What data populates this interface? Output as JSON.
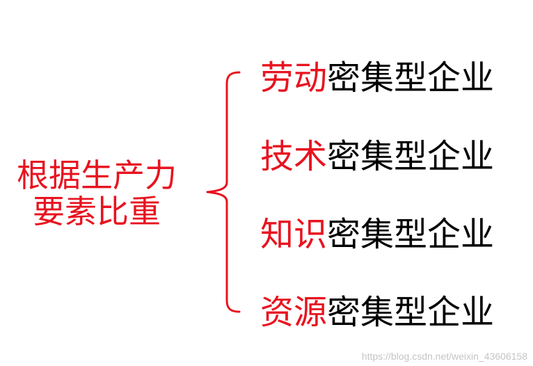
{
  "root": {
    "line1": "根据生产力",
    "line2": "要素比重"
  },
  "items": [
    {
      "highlight": "劳动",
      "rest": "密集型企业"
    },
    {
      "highlight": "技术",
      "rest": "密集型企业"
    },
    {
      "highlight": "知识",
      "rest": "密集型企业"
    },
    {
      "highlight": "资源",
      "rest": "密集型企业"
    }
  ],
  "colors": {
    "red": "#e8131f",
    "black": "#000000"
  },
  "watermark": "https://blog.csdn.net/weixin_43606158"
}
